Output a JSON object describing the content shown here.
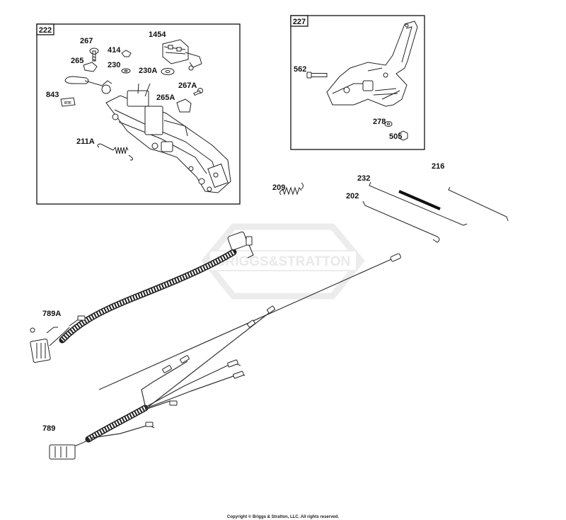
{
  "watermark": "BRIGGS&STRATTON",
  "copyright": "Copyright © Briggs & Stratton, LLC. All rights reserved.",
  "groups": [
    {
      "id": "222",
      "labels": [
        "267",
        "414",
        "1454",
        "265",
        "230",
        "230A",
        "843",
        "267A",
        "265A",
        "211A"
      ],
      "tag_text": "RTF"
    },
    {
      "id": "227",
      "labels": [
        "562",
        "278",
        "505"
      ]
    }
  ],
  "parts": {
    "spring": "209",
    "rod_232": "232",
    "rod_216": "216",
    "rod_202": "202",
    "harness_a": "789A",
    "harness_b": "789"
  }
}
